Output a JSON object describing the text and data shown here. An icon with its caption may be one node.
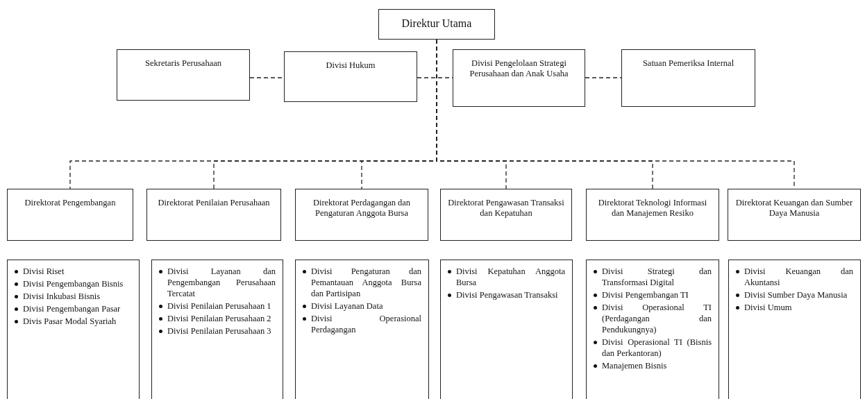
{
  "diagram": {
    "nodes": [
      {
        "text": [
          "Direktur Utama"
        ]
      },
      {
        "text": [
          "Sekretaris Perusahaan"
        ]
      },
      {
        "text": [
          "Divisi Hukum"
        ]
      },
      {
        "text": [
          "Divisi Pengelolaan Strategi Perusahaan dan Anak Usaha"
        ]
      },
      {
        "text": [
          "Satuan Pemeriksa Internal"
        ]
      },
      {
        "text": [
          "Direktorat Pengembangan"
        ]
      },
      {
        "text": [
          "Direktorat Penilaian Perusahaan"
        ]
      },
      {
        "text": [
          "Direktorat Perdagangan dan Pengaturan Anggota Bursa"
        ]
      },
      {
        "text": [
          "Direktorat Pengawasan Transaksi dan Kepatuhan"
        ]
      },
      {
        "text": [
          "Direktorat Teknologi Informasi dan Manajemen Resiko"
        ]
      },
      {
        "text": [
          "Direktorat Keuangan dan Sumber Daya Manusia"
        ]
      },
      {
        "text": [
          "Divisi Riset",
          "Divisi Pengembangan Bisnis",
          "Divisi Inkubasi Bisnis",
          "Divisi Pengembangan Pasar",
          "Divis Pasar Modal Syariah"
        ]
      },
      {
        "text": [
          "Divisi Layanan dan Pengembangan Perusahaan Tercatat",
          "Divisi Penilaian Perusahaan 1",
          "Divisi Penilaian Perusahaan 2",
          "Divisi Penilaian Perusahaan 3"
        ]
      },
      {
        "text": [
          "Divisi Pengaturan dan Pemantauan Anggota Bursa dan Partisipan",
          "Divisi Layanan Data",
          "Divisi Operasional Perdagangan"
        ]
      },
      {
        "text": [
          "Divisi Kepatuhan Anggota Bursa",
          "Divisi Pengawasan Transaksi"
        ]
      },
      {
        "text": [
          "Divisi Strategi dan Transformasi Digital",
          "Divisi Pengembangan TI",
          "Divisi Operasional TI (Perdagangan dan Pendukungnya)",
          "Divisi Operasional TI (Bisnis dan Perkantoran)",
          "Manajemen Bisnis"
        ]
      },
      {
        "text": [
          "Divisi Keuangan dan Akuntansi",
          "Divisi Sumber Daya Manusia",
          "Divisi Umum"
        ]
      }
    ],
    "edges": [
      {
        "from": 1,
        "to": 2,
        "arrow": "none",
        "style": "dashed"
      },
      {
        "from": 2,
        "to": 3,
        "arrow": "none",
        "style": "dashed"
      },
      {
        "from": 3,
        "to": 4,
        "arrow": "none",
        "style": "dashed"
      },
      {
        "from": 0,
        "to": 5,
        "arrow": "none",
        "style": "dashed"
      },
      {
        "from": 0,
        "to": 6,
        "arrow": "none",
        "style": "dashed"
      },
      {
        "from": 0,
        "to": 7,
        "arrow": "none",
        "style": "dashed"
      },
      {
        "from": 0,
        "to": 8,
        "arrow": "none",
        "style": "dashed"
      },
      {
        "from": 0,
        "to": 9,
        "arrow": "none",
        "style": "dashed"
      },
      {
        "from": 0,
        "to": 10,
        "arrow": "none",
        "style": "dashed"
      }
    ]
  }
}
